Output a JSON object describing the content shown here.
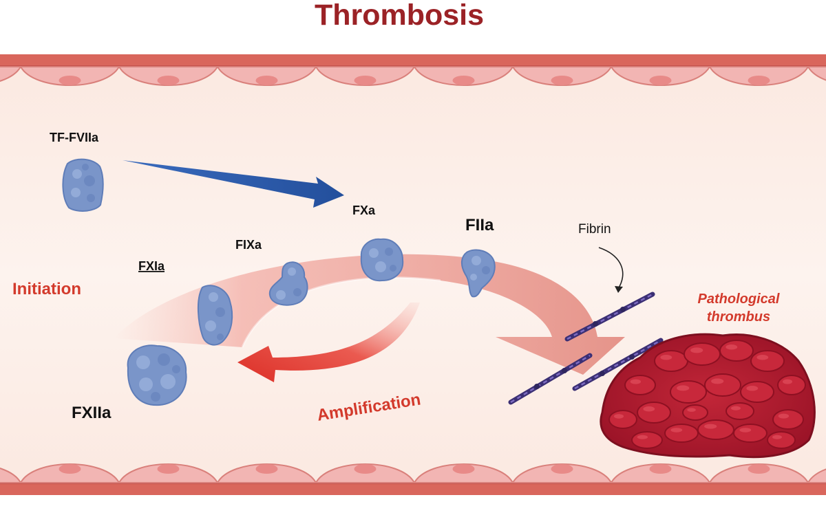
{
  "title": "Thrombosis",
  "labels": {
    "tf_fviia": "TF-FVIIa",
    "fxa": "FXa",
    "fixa": "FIXa",
    "fxia": "FXIa",
    "fiia": "FIIa",
    "fxiia": "FXIIa",
    "fibrin": "Fibrin",
    "initiation": "Initiation",
    "amplification": "Amplification",
    "pathological_line1": "Pathological",
    "pathological_line2": "thrombus"
  },
  "colors": {
    "title": "#9b2226",
    "phase_text": "#d33a2c",
    "vessel_lumen": "#fcefe8",
    "vessel_wall": "#d9665c",
    "endothelial_cell": "#f2b5b3",
    "cell_nucleus": "#e88a88",
    "protein": "#7a95c9",
    "blue_arrow": "#2f5fae",
    "red_arrow": "#e23b33",
    "pink_arrow": "#e79990",
    "fibrin": "#4a3a8a",
    "thrombus": "#b3182d"
  },
  "icons": {
    "protein": "protein-blob-icon",
    "fibrin": "fibrin-strand-icon",
    "thrombus": "thrombus-icon"
  }
}
